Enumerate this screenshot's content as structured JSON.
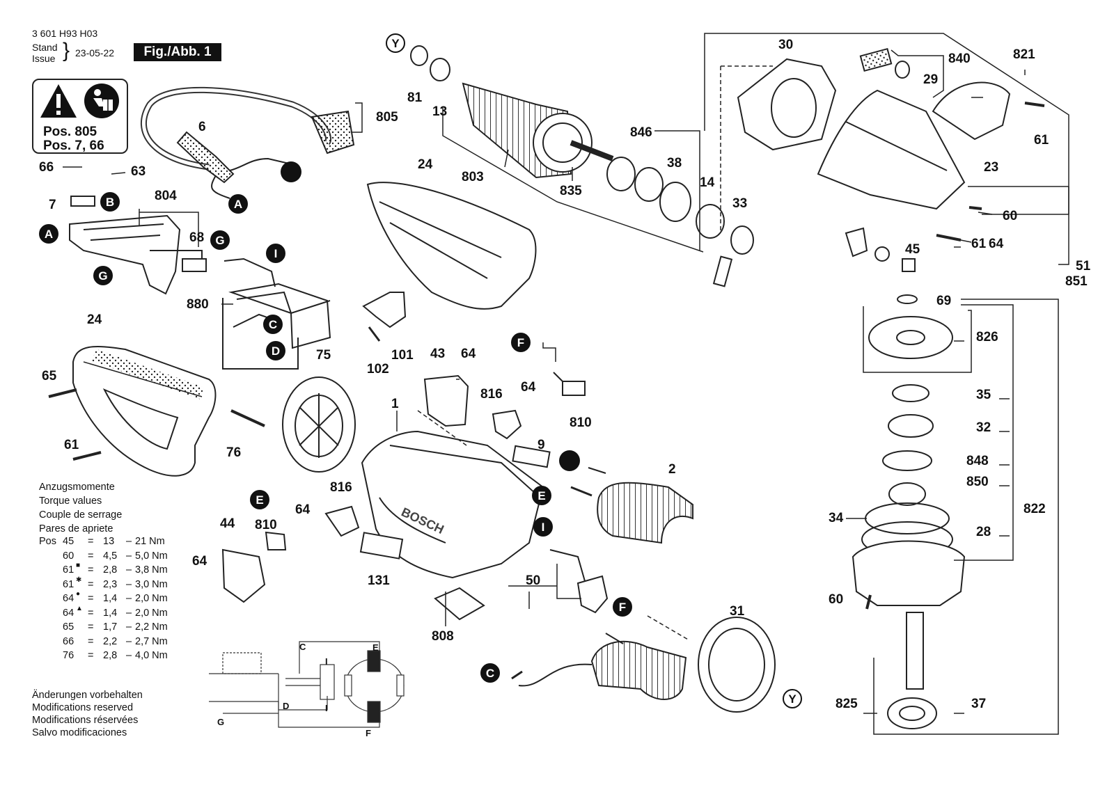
{
  "header": {
    "doc_number": "3 601 H93 H03",
    "stand": "Stand",
    "issue": "Issue",
    "date": "23-05-22",
    "figure_label": "Fig./Abb. 1"
  },
  "warning_box": {
    "line1": "Pos. 805",
    "line2": "Pos. 7, 66",
    "icons": [
      "warning-triangle-icon",
      "read-manual-icon"
    ]
  },
  "torque": {
    "titles": [
      "Anzugsmomente",
      "Torque values",
      "Couple de serrage",
      "Pares de apriete"
    ],
    "pos_label": "Pos",
    "rows": [
      {
        "pos": "45",
        "mark": "",
        "min": "13",
        "max": "21 Nm"
      },
      {
        "pos": "60",
        "mark": "",
        "min": "4,5",
        "max": "5,0 Nm"
      },
      {
        "pos": "61",
        "mark": "■",
        "min": "2,8",
        "max": "3,8 Nm"
      },
      {
        "pos": "61",
        "mark": "✱",
        "min": "2,3",
        "max": "3,0 Nm"
      },
      {
        "pos": "64",
        "mark": "●",
        "min": "1,4",
        "max": "2,0 Nm"
      },
      {
        "pos": "64",
        "mark": "▲",
        "min": "1,4",
        "max": "2,0 Nm"
      },
      {
        "pos": "65",
        "mark": "",
        "min": "1,7",
        "max": "2,2 Nm"
      },
      {
        "pos": "66",
        "mark": "",
        "min": "2,2",
        "max": "2,7 Nm"
      },
      {
        "pos": "76",
        "mark": "",
        "min": "2,8",
        "max": "4,0 Nm"
      }
    ]
  },
  "footer": [
    "Änderungen vorbehalten",
    "Modifications reserved",
    "Modifications réservées",
    "Salvo modificaciones"
  ],
  "part_labels": [
    "6",
    "805",
    "66",
    "63",
    "7",
    "804",
    "68",
    "880",
    "24",
    "65",
    "61",
    "75",
    "76",
    "101",
    "102",
    "43",
    "64",
    "816",
    "810",
    "9",
    "1",
    "2",
    "44",
    "131",
    "808",
    "50",
    "31",
    "81",
    "13",
    "803",
    "835",
    "846",
    "38",
    "14",
    "33",
    "30",
    "840",
    "821",
    "29",
    "23",
    "60",
    "45",
    "51",
    "851",
    "69",
    "826",
    "35",
    "32",
    "848",
    "850",
    "34",
    "28",
    "822",
    "825",
    "37"
  ],
  "wire_labels": [
    "A",
    "B",
    "G",
    "I",
    "C",
    "D",
    "E",
    "F",
    "Y"
  ],
  "schematic_labels": {
    "c": "C",
    "d": "D",
    "e": "E",
    "f": "F",
    "g": "G",
    "i1": "I",
    "i2": "I"
  },
  "brand": "BOSCH",
  "colors": {
    "ink": "#111111",
    "line": "#222222",
    "fill": "#ffffff",
    "shade": "#cccccc"
  }
}
